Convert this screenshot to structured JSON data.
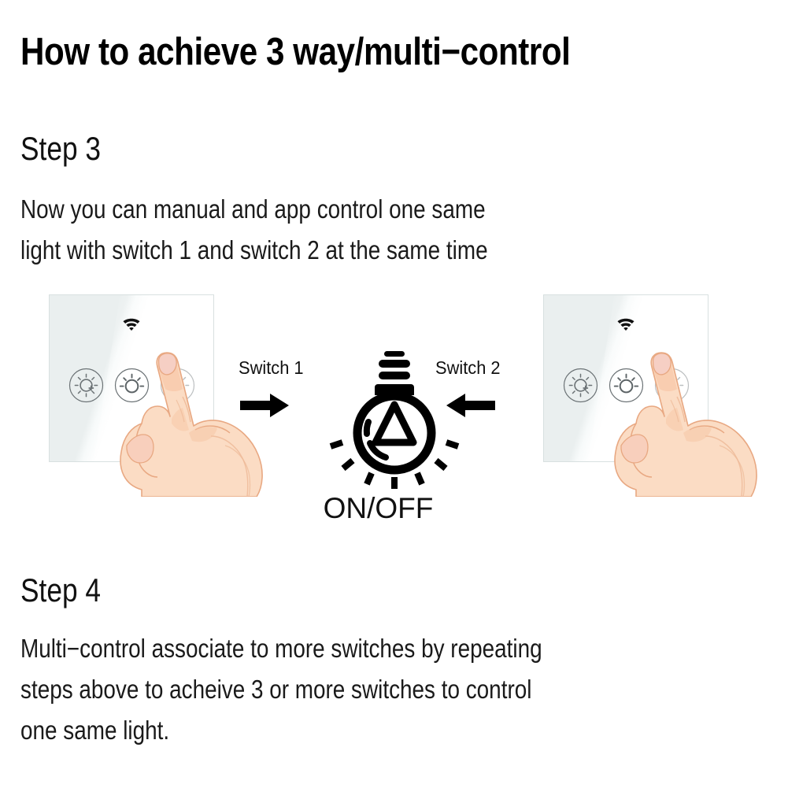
{
  "title": "How to achieve 3 way/multi−control",
  "steps": [
    {
      "heading": "Step 3",
      "lines": [
        "Now you can manual and app control one same",
        "light with switch 1 and switch 2 at the same time"
      ]
    },
    {
      "heading": "Step 4",
      "lines": [
        "Multi−control associate to more switches by repeating",
        "steps above to acheive 3 or more switches to control",
        "one same light."
      ]
    }
  ],
  "diagram": {
    "switch_left": {
      "name": "Switch 1",
      "wifi_icon": "wifi-icon",
      "buttons": [
        {
          "icon": "sun-plus-icon",
          "state": "normal"
        },
        {
          "icon": "sun-icon",
          "state": "pressed"
        },
        {
          "icon": "sun-minus-icon",
          "state": "dimmed"
        }
      ],
      "hand_icon": "pointing-hand-icon",
      "arrow_icon": "arrow-right-icon"
    },
    "switch_right": {
      "name": "Switch 2",
      "wifi_icon": "wifi-icon",
      "buttons": [
        {
          "icon": "sun-plus-icon",
          "state": "normal"
        },
        {
          "icon": "sun-icon",
          "state": "pressed"
        },
        {
          "icon": "sun-minus-icon",
          "state": "dimmed"
        }
      ],
      "hand_icon": "pointing-hand-icon",
      "arrow_icon": "arrow-left-icon"
    },
    "bulb": {
      "icon": "light-bulb-icon",
      "label": "ON/OFF"
    }
  },
  "colors": {
    "text": "#111111",
    "panel_glass": "#eef2f2",
    "panel_border": "#d8e0e0",
    "icon_stroke": "#6b7275",
    "skin": "#f9d3b4",
    "skin_shade": "#f0b793",
    "nail": "#f7cfc2",
    "bulb_stroke": "#000000"
  }
}
